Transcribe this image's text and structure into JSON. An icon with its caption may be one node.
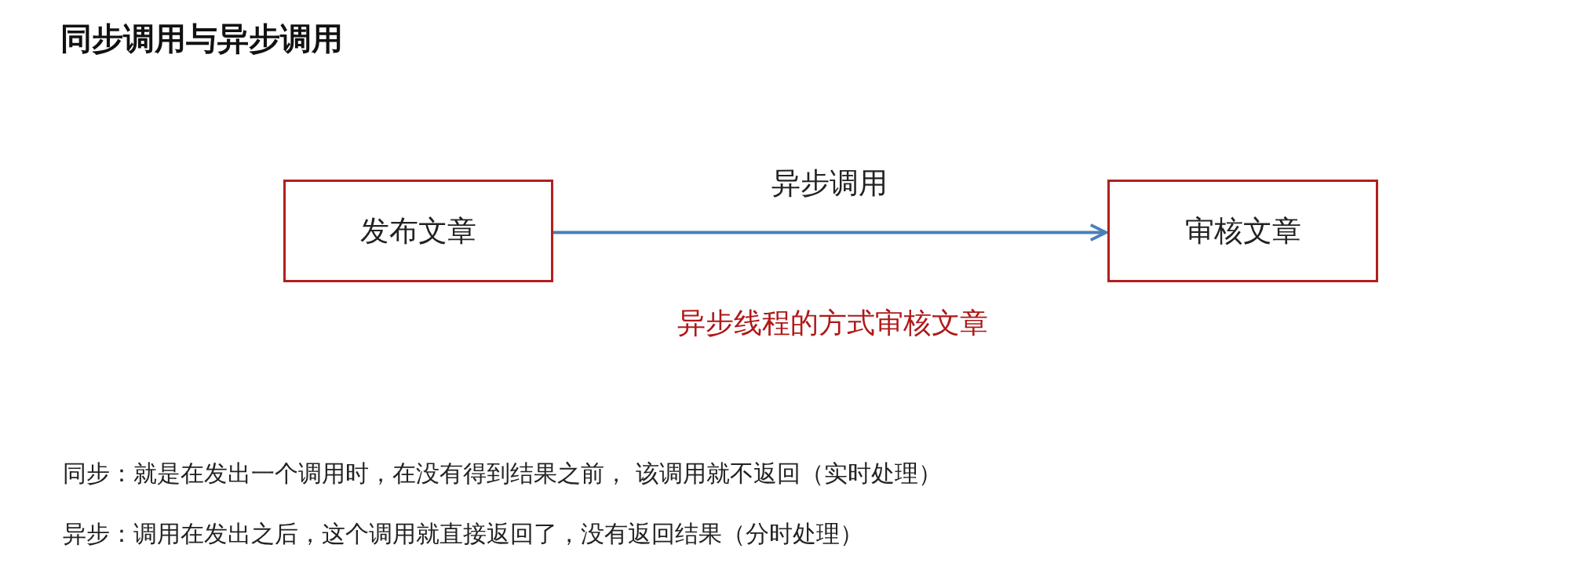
{
  "diagram": {
    "title": "同步调用与异步调用",
    "nodes": [
      {
        "text": [
          "发布文章"
        ]
      },
      {
        "text": [
          "审核文章"
        ]
      }
    ],
    "edges": [
      {
        "from": 0,
        "to": 1,
        "arrow": "to",
        "label": "异步调用",
        "color": "#4a7ebb"
      }
    ],
    "labels": [
      "异步线程的方式审核文章",
      "同步：就是在发出一个调用时，在没有得到结果之前， 该调用就不返回（实时处理）",
      "异步：调用在发出之后，这个调用就直接返回了，没有返回结果（分时处理）"
    ]
  }
}
